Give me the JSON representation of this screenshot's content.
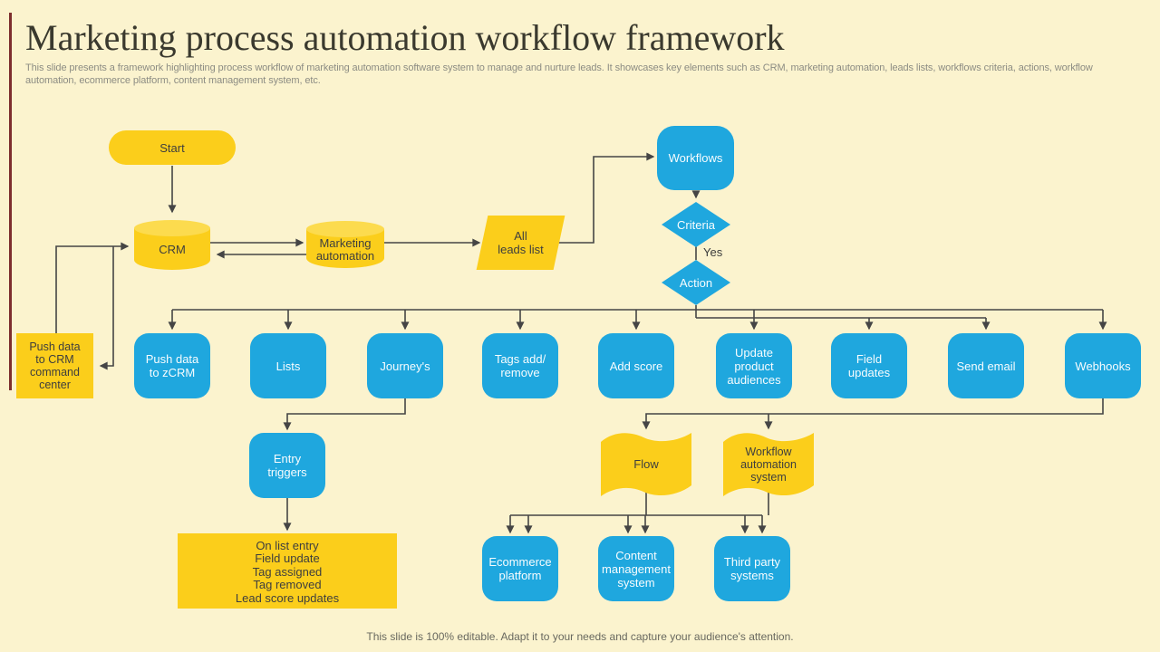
{
  "slide": {
    "title": "Marketing process automation workflow framework",
    "subtitle_line1": "This slide presents a framework highlighting process workflow of marketing automation software system to manage and nurture leads. It showcases key elements such as CRM, marketing automation, leads lists, workflows criteria, actions, workflow",
    "subtitle_line2": "automation, ecommerce platform, content management system, etc.",
    "footer": "This slide is 100% editable. Adapt it to your needs and capture your audience's attention."
  },
  "colors": {
    "background": "#FBF3CE",
    "yellow": "#FBCE1B",
    "yellow_light": "#FCDB4E",
    "blue": "#1FA7DE",
    "connector": "#454545",
    "accent_bar": "#7D2E2E",
    "dark_text": "#3E3E3E",
    "light_text": "#F7FCFE"
  },
  "nodes": {
    "start": "Start",
    "crm": "CRM",
    "marketing_automation": "Marketing\nautomation",
    "all_leads_list": "All\nleads list",
    "workflows": "Workflows",
    "criteria": "Criteria",
    "yes_label": "Yes",
    "action": "Action",
    "push_to_crm_center": "Push data\nto CRM\ncommand\ncenter",
    "row": [
      "Push data\nto zCRM",
      "Lists",
      "Journey's",
      "Tags add/\nremove",
      "Add score",
      "Update\nproduct\naudiences",
      "Field\nupdates",
      "Send email",
      "Webhooks"
    ],
    "entry_triggers": "Entry\ntriggers",
    "trigger_list": "On list entry\nField update\nTag assigned\nTag removed\nLead score updates",
    "flow": "Flow",
    "workflow_automation_system": "Workflow\nautomation\nsystem",
    "bottom_row": [
      "Ecommerce\nplatform",
      "Content\nmanagement\nsystem",
      "Third party\nsystems"
    ]
  }
}
